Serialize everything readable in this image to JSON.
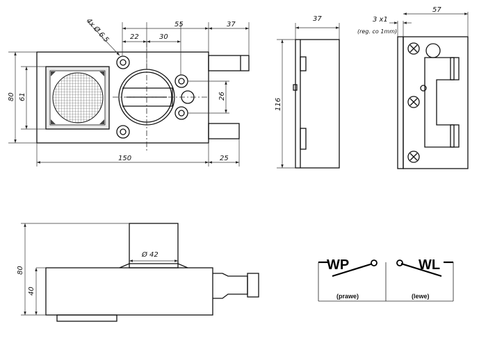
{
  "front_view": {
    "hole_callout": "4x Ø 6.5",
    "dims": {
      "d22": "22",
      "d30": "30",
      "d55": "55",
      "d37": "37",
      "d80": "80",
      "d61": "61",
      "d26": "26",
      "d150": "150",
      "d25": "25"
    }
  },
  "side_view": {
    "dims": {
      "width": "37",
      "height": "116"
    }
  },
  "strike_view": {
    "dims": {
      "adjust": "3 x1",
      "adjust_note": "(reg. co 1mm)",
      "width": "57"
    }
  },
  "bottom_view": {
    "dims": {
      "diameter": "Ø 42",
      "d80": "80",
      "d40": "40"
    }
  },
  "switch_diagram": {
    "right_label": "WP",
    "left_label": "WL",
    "right_caption": "(prawe)",
    "left_caption": "(lewe)"
  }
}
